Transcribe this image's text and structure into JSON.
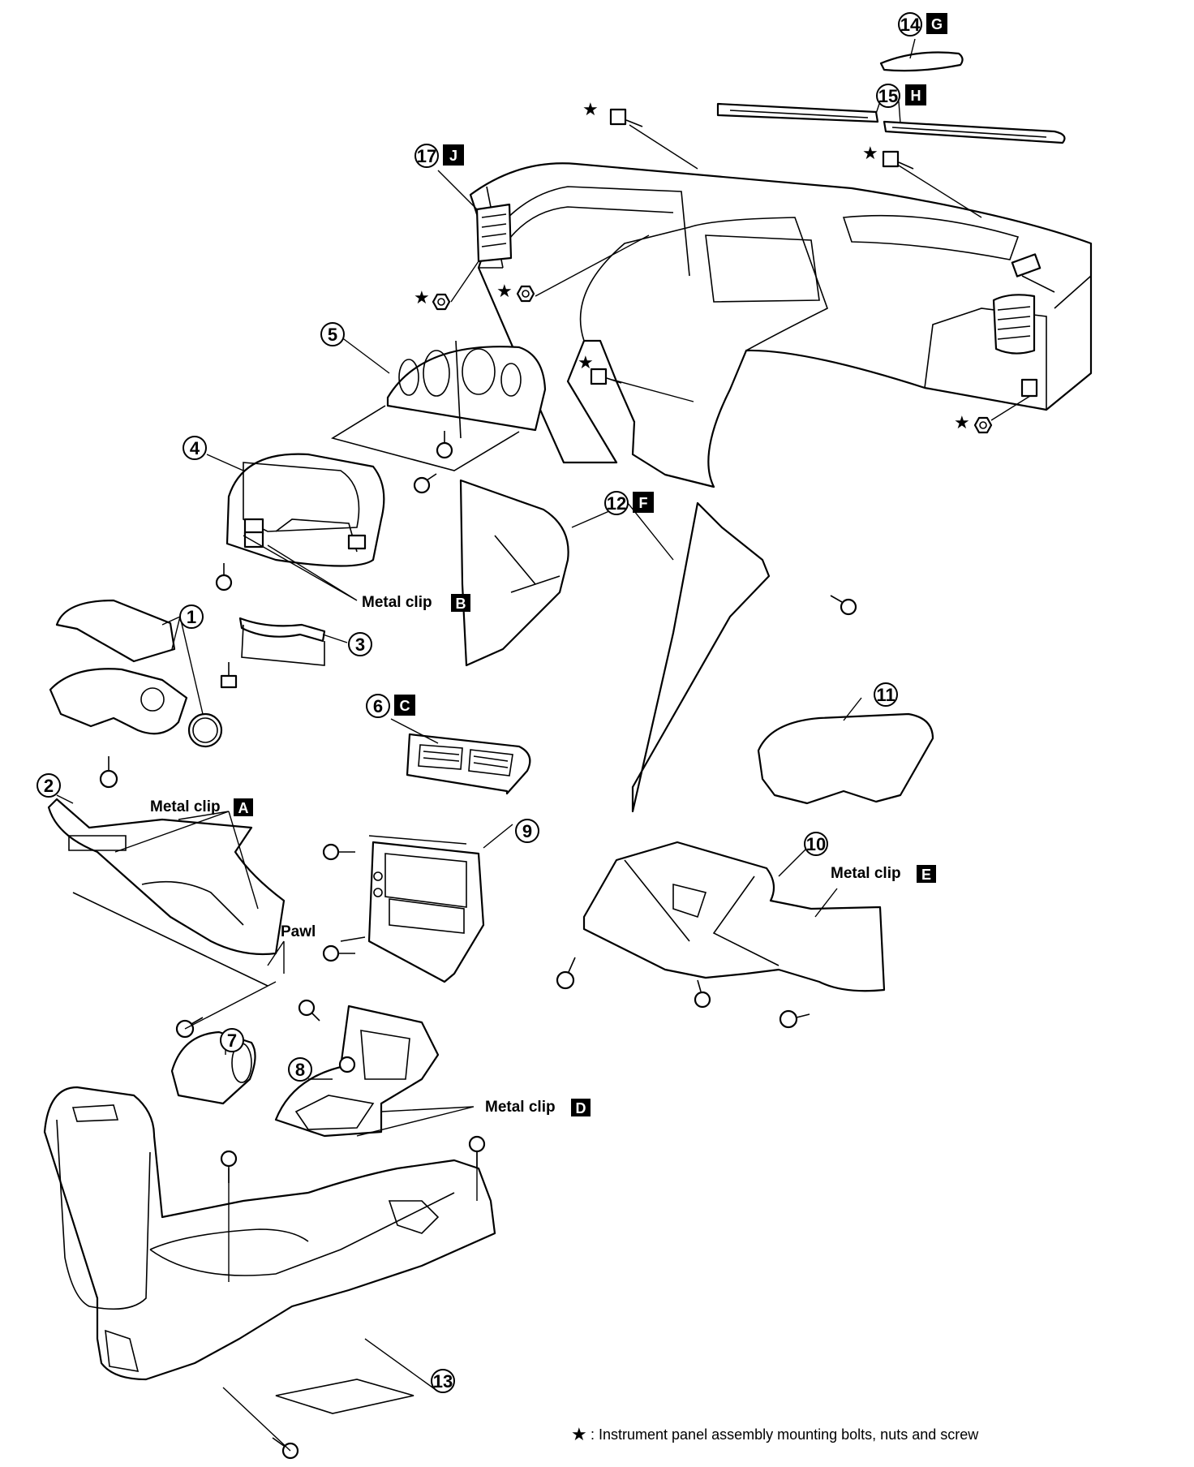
{
  "callouts": [
    {
      "num": "1"
    },
    {
      "num": "2"
    },
    {
      "num": "3"
    },
    {
      "num": "4"
    },
    {
      "num": "5"
    },
    {
      "num": "6",
      "letter": "C"
    },
    {
      "num": "7"
    },
    {
      "num": "8"
    },
    {
      "num": "9"
    },
    {
      "num": "10"
    },
    {
      "num": "11"
    },
    {
      "num": "12",
      "letter": "F"
    },
    {
      "num": "13"
    },
    {
      "num": "14",
      "letter": "G"
    },
    {
      "num": "15",
      "letter": "H"
    },
    {
      "num": "17",
      "letter": "J"
    }
  ],
  "labels": {
    "metal_clip": "Metal clip",
    "clip_a": "A",
    "clip_b": "B",
    "clip_d": "D",
    "clip_e": "E",
    "pawl": "Pawl"
  },
  "legend": {
    "symbol": "★",
    "text": ": Instrument panel assembly mounting bolts, nuts and screw"
  }
}
